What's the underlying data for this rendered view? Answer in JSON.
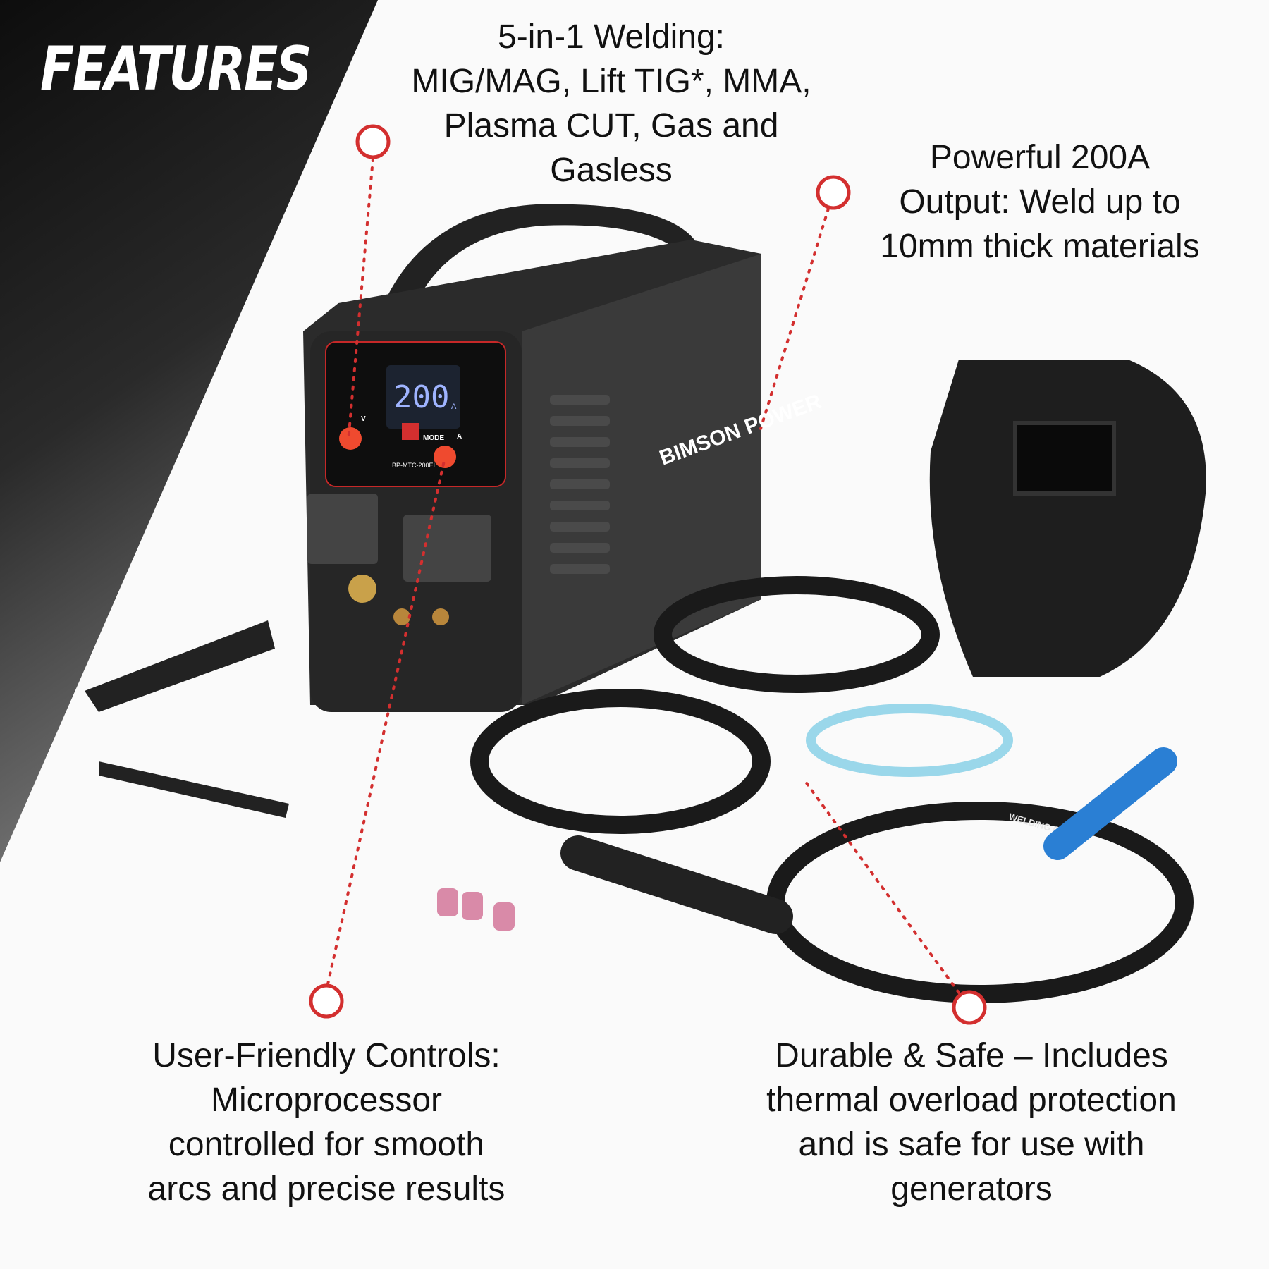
{
  "banner": {
    "title": "FEATURES"
  },
  "features": [
    {
      "lines": [
        "5-in-1 Welding:",
        "MIG/MAG, Lift TIG*, MMA,",
        "Plasma CUT, Gas and",
        "Gasless"
      ]
    },
    {
      "lines": [
        "Powerful 200A",
        "Output: Weld up to",
        "10mm thick materials"
      ]
    },
    {
      "lines": [
        "User-Friendly Controls:",
        "Microprocessor",
        "controlled for smooth",
        "arcs and precise results"
      ]
    },
    {
      "lines": [
        "Durable & Safe – Includes",
        "thermal overload protection",
        "and is safe for use with",
        "generators"
      ]
    }
  ],
  "product": {
    "brand": "BIMSON POWER",
    "display_value": "200",
    "display_unit": "A",
    "model": "BP-MTC-200EI",
    "mode_label": "MODE",
    "knob_left_label": "V",
    "knob_right_label": "A",
    "cable_print": "WELDING CABLE"
  },
  "colors": {
    "accent": "#d32f2f",
    "banner": "#111111",
    "machine": "#2a2a2a",
    "torch_blue": "#2a7fd4"
  }
}
